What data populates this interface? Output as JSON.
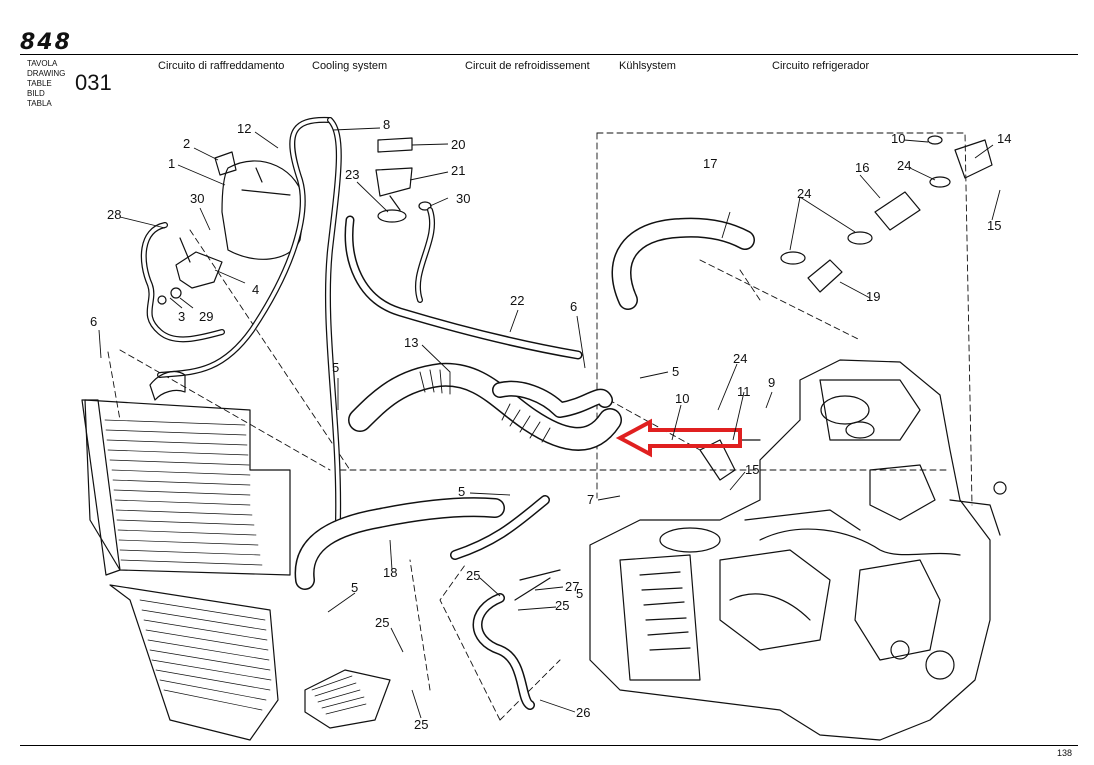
{
  "header": {
    "logo_text": "848",
    "table_labels": [
      "TAVOLA",
      "DRAWING",
      "TABLE",
      "BILD",
      "TABLA"
    ],
    "table_number": "031",
    "titles": [
      "Circuito di raffreddamento",
      "Cooling system",
      "Circuit de refroidissement",
      "Kühlsystem",
      "Circuito refrigerador"
    ]
  },
  "footer": {
    "page_number": "138"
  },
  "callouts": [
    "1",
    "2",
    "3",
    "4",
    "5",
    "5",
    "5",
    "5",
    "5",
    "6",
    "6",
    "7",
    "8",
    "9",
    "10",
    "10",
    "11",
    "12",
    "13",
    "14",
    "15",
    "15",
    "16",
    "17",
    "18",
    "19",
    "20",
    "21",
    "22",
    "23",
    "24",
    "24",
    "24",
    "25",
    "25",
    "25",
    "25",
    "26",
    "27",
    "28",
    "29",
    "30",
    "30"
  ],
  "colors": {
    "line": "#111111",
    "highlight_arrow": "#e02020"
  }
}
